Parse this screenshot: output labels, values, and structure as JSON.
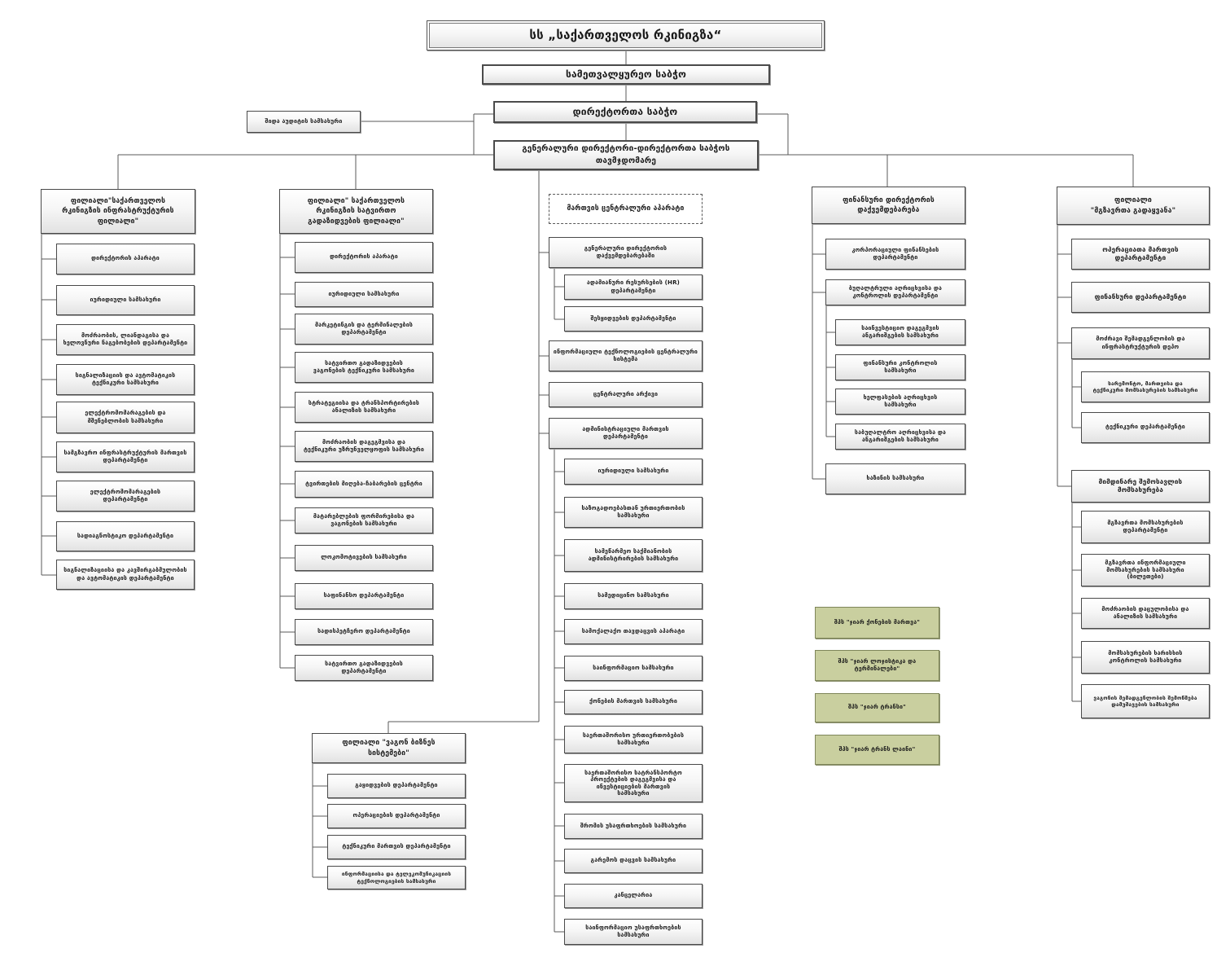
{
  "company": {
    "title": "სს „საქართველოს რკინიგზა“",
    "supervisory_board": "სამეთვალყურეო საბჭო",
    "board_of_directors": "დირექტორთა საბჭო",
    "internal_audit": "შიდა აუდიტის სამსახური",
    "ceo": "გენერალური დირექტორი-დირექტორთა საბჭოს\nთავმჯდომარე"
  },
  "infrastructure": {
    "title": "ფილიალი\"საქართველოს\nრკინიგზის ინფრასტრუქტურის\nფილიალი\"",
    "units": [
      "დირექტორის აპარატი",
      "იურიდიული სამსახური",
      "მოძრაობის, ლიანდაგისა და\nხელოვნური ნაგებობების დეპარტამენტი",
      "სიგნალიზაციის და ავტომატიკის\nტექნიკური სამსახური",
      "ელექტრომომარაგების და\nმშენებლობის სამსახური",
      "სამგზავრო ინფრასტრუქტურის მართვის\nდეპარტამენტი",
      "ელექტრომომარაგების\nდეპარტამენტი",
      "სადიაგნოსტიკო დეპარტამენტი",
      "სიგნალიზაციისა და კავშირგაბმულობის\nდა ავტომატიკის დეპარტამენტი"
    ]
  },
  "freight": {
    "title": "ფილიალი\" საქართველოს\nრკინიგზის სატვირთო\nგადაზიდვების ფილიალი\"",
    "units": [
      "დირექტორის აპარატი",
      "იურიდიული სამსახური",
      "მარკეტინგის და ტერმინალების\nდეპარტამენტი",
      "სატვირთო გადაზიდვების\nვაგონების ტექნიკური სამსახური",
      "სტრატეგიისა და ტრანსპორტირების\nანალიზის სამსახური",
      "მოძრაობის დაგეგმვისა და\nტექნიკური უზრუნველყოფის სამსახური",
      "ტვირთების მიღება-ჩაბარების ცენტრი",
      "მატარებლების ფორმირებისა და\nვაგონების სამსახური",
      "ლოკომოტივების სამსახური",
      "საფინანსო დეპარტამენტი",
      "სადისპეტჩერო დეპარტამენტი",
      "სატვირთო გადაზიდვების\nდეპარტამენტი"
    ]
  },
  "central": {
    "title": "მართვის ცენტრალური აპარატი",
    "units": [
      "გენერალური დირექტორის\nდაქვემდებარებაში",
      "ინფორმაციული ტექნოლოგიების ცენტრალური\nსისტემა",
      "ცენტრალური არქივი",
      "ადმინისტრაციული მართვის\nდეპარტამენტი"
    ],
    "deputy_sub": [
      "ადამიანური რესურსების (HR)\nდეპარტამენტი",
      "შესყიდვების დეპარტამენტი"
    ],
    "admin_sub": [
      "იურიდიული სამსახური",
      "საზოგადოებასთან ურთიერთობის\nსამსახური",
      "სამეწარმეო საქმიანობის\nადმინისტრირების სამსახური",
      "სამედიცინო სამსახური",
      "სამოქალაქო თავდაცვის აპარატი",
      "საინფორმაციო სამსახური",
      "ქონების მართვის სამსახური",
      "საერთაშორისო ურთიერთობების\nსამსახური",
      "საერთაშორისო სატრანსპორტო\nპროექტების დაგეგმვისა და\nინვესტიციების მართვის\nსამსახური",
      "შრომის უსაფრთხოების სამსახური",
      "გარემოს დაცვის სამსახური",
      "კანცელარია",
      "საინფორმაციო უსაფრთხოების\nსამსახური"
    ]
  },
  "wagon_branch": {
    "title": "ფილიალი \"ვაგონ ბიზნეს\nსისტემები\"",
    "units": [
      "გაყიდვების დეპარტამენტი",
      "ოპერაციების დეპარტამენტი",
      "ტექნიკური მართვის დეპარტამენტი",
      "ინფორმაციისა და ტელეკომუნიკაციის\nტექნოლოგიების სამსახური"
    ]
  },
  "finance": {
    "title": "ფინანსური დირექტორის\nდაქვემდებარება",
    "units": [
      "კორპორაციული ფინანსების\nდეპარტამენტი",
      "ბუღალტრული აღრიცხვისა და\nკონტროლის დეპარტამენტი",
      "ხაზინის სამსახური"
    ],
    "sub": [
      "საინვესტიციო დაგეგმვის\nანგარიშგების სამსახური",
      "ფინანსური კონტროლის\nსამსახური",
      "ხელფასების აღრიცხვის\nსამსახური",
      "საბუღალტრო აღრიცხვისა და\nანგარიშგების სამსახური"
    ]
  },
  "passenger": {
    "title": "ფილიალი\n\"მგზავრთა გადაყვანა\"",
    "units": [
      "ოპერაციათა მართვის\nდეპარტამენტი",
      "ფინანსური დეპარტამენტი",
      "მოძრავი შემადგენლობის და\nინფრასტრუქტურის დეპო",
      "მიმდინარე შემოსავლის\nმომსახურება"
    ],
    "rolling_sub": [
      "სარემონტო, მართვისა და\nტექნიკური მომსახურების სამსახური",
      "ტექნიკური დეპარტამენტი"
    ],
    "service_sub": [
      "მგზავრთა მომსახურების\nდეპარტამენტი",
      "მგზავრთა ინფორმაციული\nმომსახურების სამსახური\n(ბილეთები)",
      "მოძრაობის დაცულობისა და\nანალიზის სამსახური",
      "მომსახურების ხარისხის\nკონტროლის სამსახური",
      "ვაგონის შემადგენლობის შემოწმება\nდამუშავების სამსახური"
    ]
  },
  "subsidiaries": [
    "შპს \"ჯიარ ქონების მართვა\"",
    "შპს \"ჯიარ ლოჯისტიკა და\nტერმინალები\"",
    "შპს \"ჯიარ ტრანსი\"",
    "შპს \"ჯიარ ტრანს ლაინი\""
  ],
  "colors": {
    "box_border": "#4a4a4a",
    "box_fill_top": "#ffffff",
    "box_fill_bottom": "#e2e2e2",
    "subsidiary_fill": "#c9cf9f",
    "subsidiary_border": "#7f865a",
    "connector": "#5a5a5a"
  }
}
